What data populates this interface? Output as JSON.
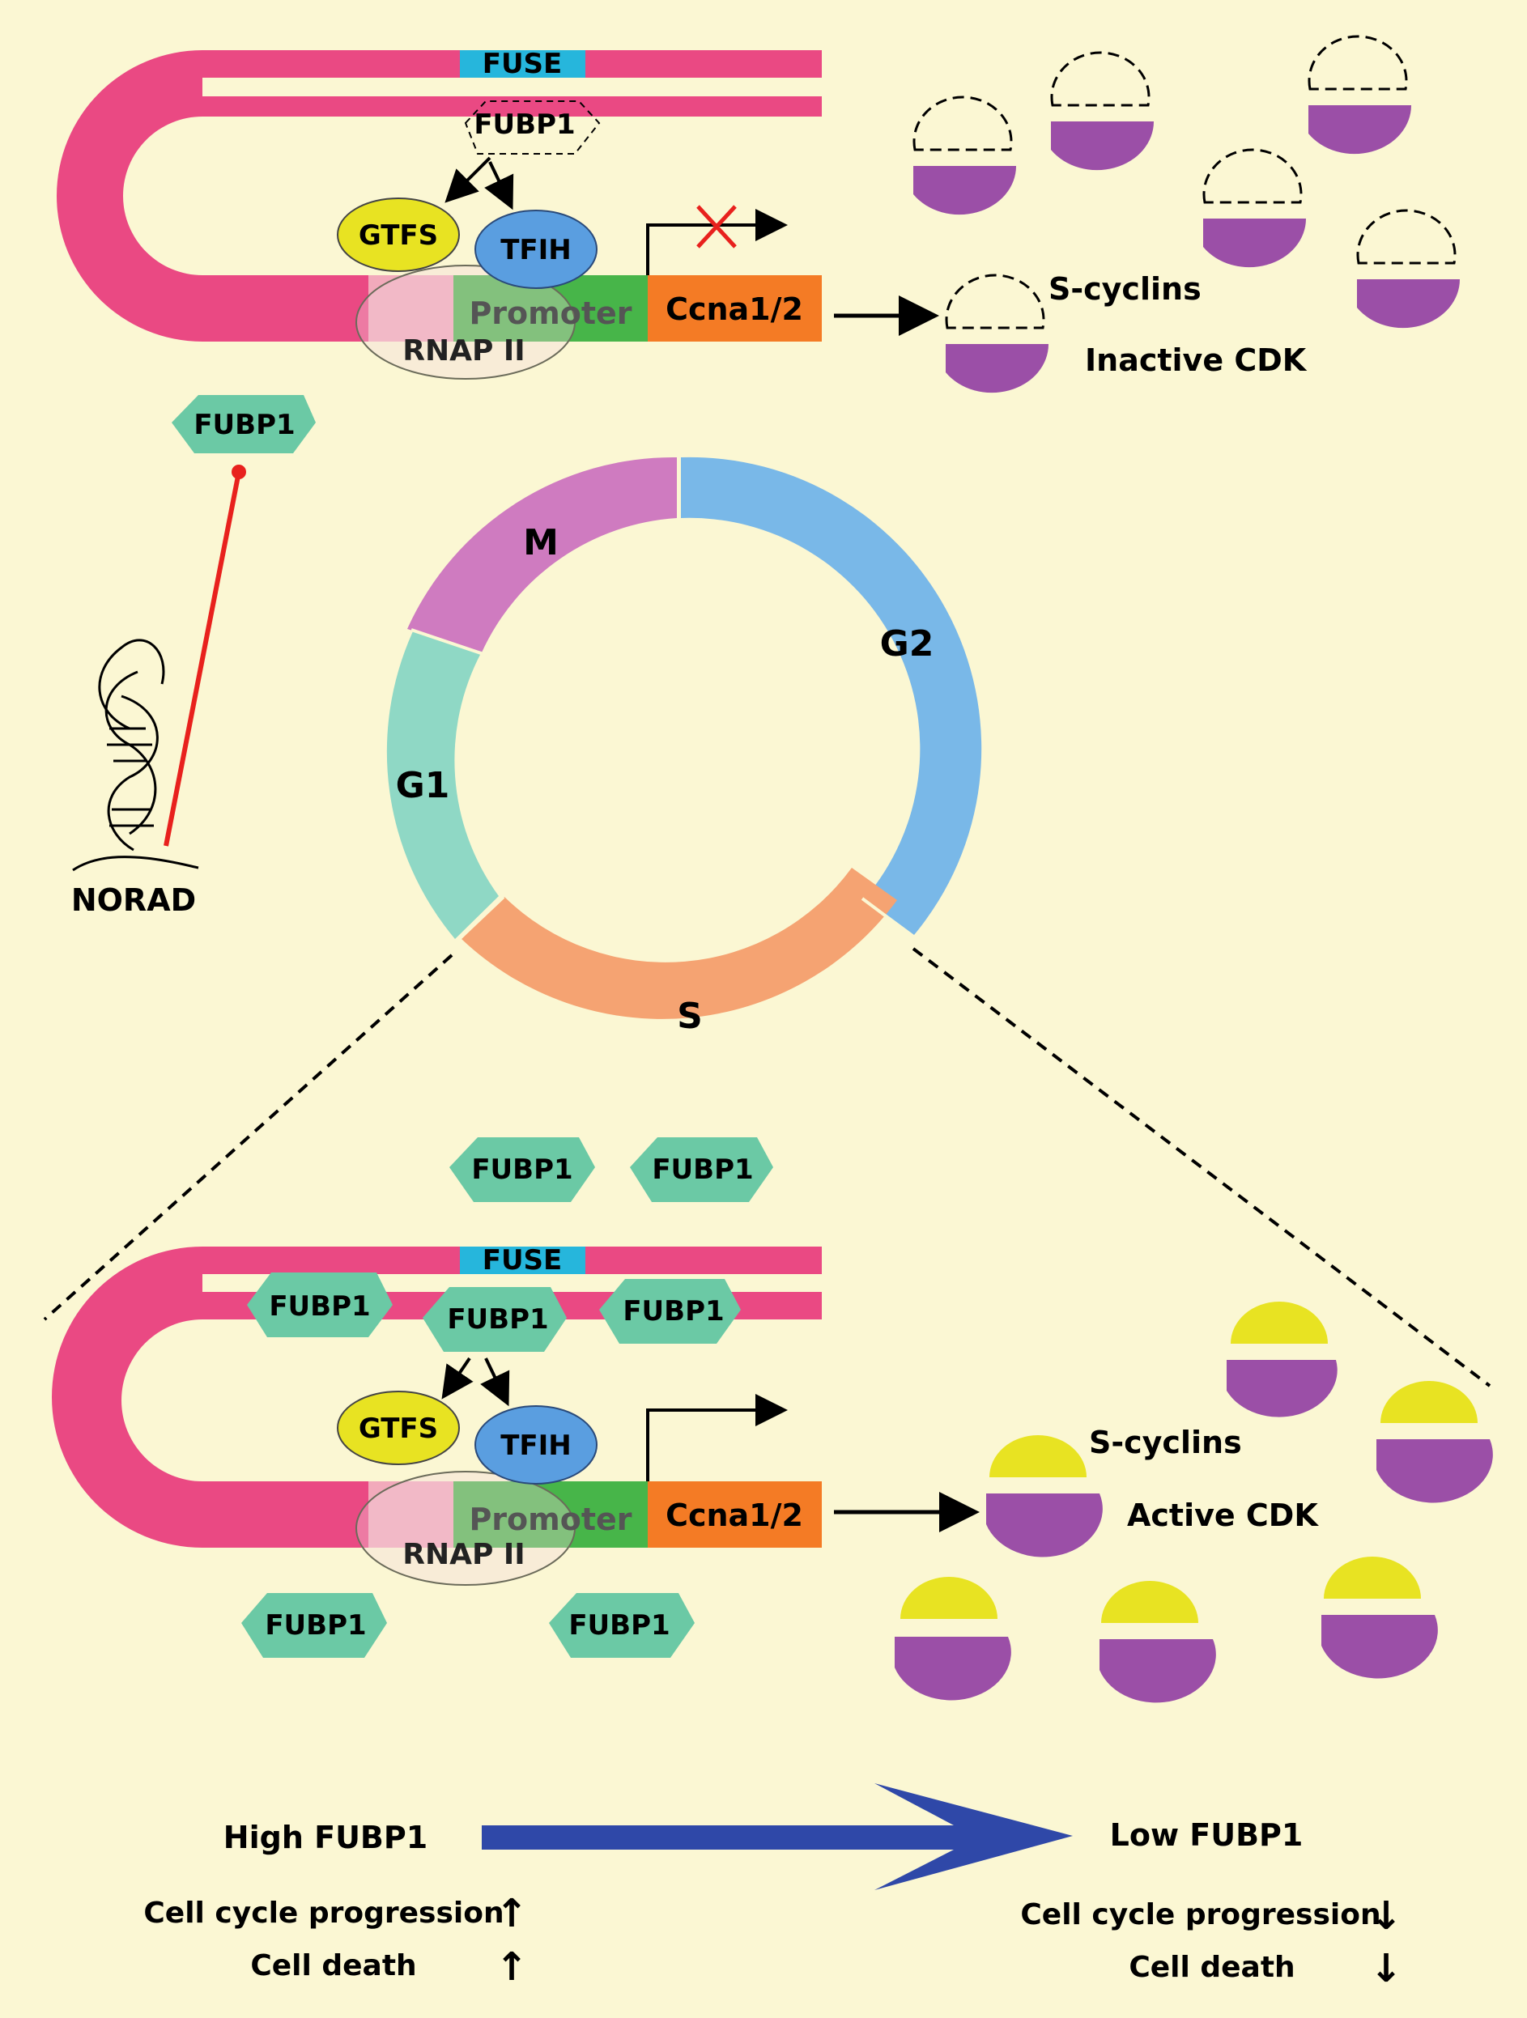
{
  "colors": {
    "background": "#fbf7d3",
    "dna": "#ea4983",
    "fuse": "#26b6dc",
    "fubp1": "#6bc9a5",
    "gtfs": "#e8e322",
    "tfih": "#5a9ee0",
    "promoter": "#47b549",
    "rnap": "#f2aabb",
    "ccna": "#f47b25",
    "cdk": "#9b4fa7",
    "cyclin_active": "#e8e322",
    "cycle_M": "#cf7bc0",
    "cycle_G2": "#79b8e8",
    "cycle_S": "#f5a372",
    "cycle_G1": "#8fd8c5",
    "inhibit_line": "#e8211d",
    "big_arrow": "#2f48a8"
  },
  "top_panel": {
    "fuse": "FUSE",
    "fubp1_bound": "FUBP1",
    "gtfs": "GTFS",
    "tfih": "TFIH",
    "promoter": "Promoter",
    "rnap": "RNAP II",
    "gene": "Ccna1/2",
    "cyclins_label": "S-cyclins",
    "cdk_label": "Inactive CDK",
    "free_fubp1": "FUBP1",
    "norad": "NORAD"
  },
  "cell_cycle": {
    "phases": [
      "M",
      "G2",
      "S",
      "G1"
    ]
  },
  "bottom_panel": {
    "fuse": "FUSE",
    "fubp1": "FUBP1",
    "gtfs": "GTFS",
    "tfih": "TFIH",
    "promoter": "Promoter",
    "rnap": "RNAP II",
    "gene": "Ccna1/2",
    "cyclins_label": "S-cyclins",
    "cdk_label": "Active CDK"
  },
  "summary": {
    "high_label": "High FUBP1",
    "low_label": "Low FUBP1",
    "progression": "Cell cycle progression",
    "death": "Cell death",
    "up_arrow": "↑",
    "down_arrow": "↓"
  }
}
